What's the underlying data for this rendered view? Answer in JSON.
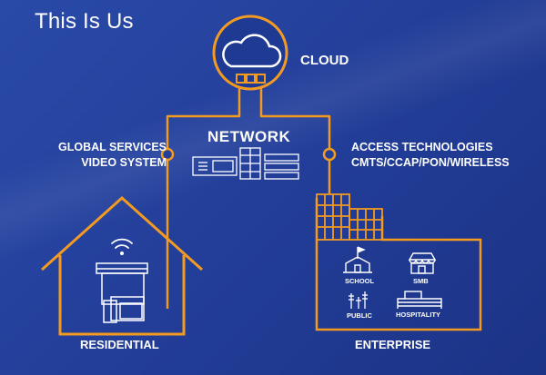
{
  "title": "This Is Us",
  "cloud_label": "CLOUD",
  "network_label": "NETWORK",
  "left_label": [
    "GLOBAL SERVICES",
    "VIDEO SYSTEM"
  ],
  "right_label": [
    "ACCESS TECHNOLOGIES",
    "CMTS/CCAP/PON/WIRELESS"
  ],
  "residential_label": "RESIDENTIAL",
  "enterprise_label": "ENTERPRISE",
  "enterprise_items": {
    "school": "SCHOOL",
    "smb": "SMB",
    "public": "PUBLIC",
    "hospitality": "HOSPITALITY"
  },
  "colors": {
    "background": "#233f9a",
    "accent": "#f39a21",
    "text": "#ffffff"
  },
  "icons": [
    "cloud-icon",
    "network-equipment-icon",
    "house-icon",
    "wifi-icon",
    "devices-icon",
    "building-icon",
    "school-icon",
    "store-icon",
    "public-antenna-icon",
    "hospitality-icon"
  ]
}
